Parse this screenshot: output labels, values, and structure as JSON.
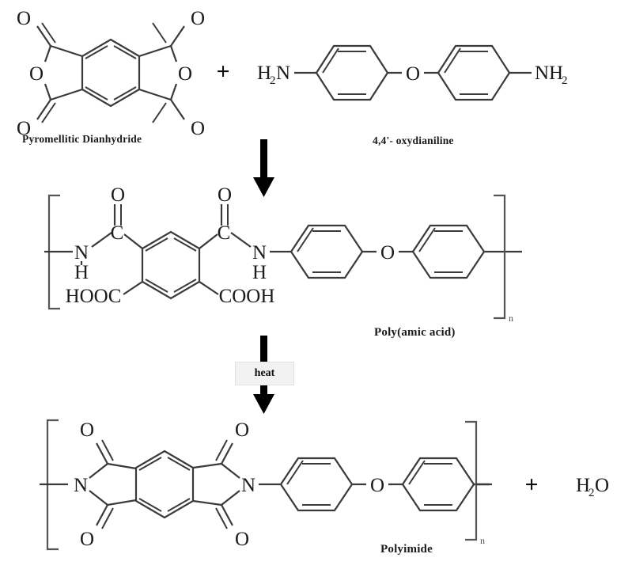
{
  "diagram": {
    "title": "Polyimide synthesis reaction scheme",
    "steps": [
      {
        "id": "reactants",
        "species": [
          {
            "name": "Pyromellitic Dianhydride",
            "formula_atoms": [
              "O",
              "O",
              "O",
              "O",
              "O",
              "O"
            ]
          },
          {
            "name": "4,4'- oxydianiline",
            "formula_atoms": [
              "H2N",
              "O",
              "NH2"
            ]
          }
        ],
        "operator": "+"
      },
      {
        "id": "intermediate",
        "species": [
          {
            "name": "Poly(amic acid)",
            "repeat_label": "n"
          }
        ]
      },
      {
        "id": "product",
        "species": [
          {
            "name": "Polyimide",
            "repeat_label": "n"
          }
        ],
        "operator": "+",
        "byproduct": "H2O"
      }
    ],
    "arrows": [
      {
        "id": "arrow-1",
        "label": ""
      },
      {
        "id": "arrow-2",
        "label": "heat"
      }
    ]
  },
  "labels": {
    "pmda": "Pyromellitic Dianhydride",
    "oda": "4,4'- oxydianiline",
    "poly_amic_acid": "Poly(amic acid)",
    "polyimide": "Polyimide",
    "heat": "heat"
  },
  "atoms": {
    "O": "O",
    "N": "N",
    "C": "C",
    "H": "H",
    "H2N_main": "H",
    "H2N_sub": "2",
    "H2N_tail": "N",
    "NH2_main": "NH",
    "NH2_sub": "2",
    "HOOC": "HOOC",
    "COOH": "COOH",
    "H2O_main": "H",
    "H2O_sub": "2",
    "H2O_tail": "O",
    "plus": "+",
    "n": "n"
  },
  "colors": {
    "background": "#ffffff",
    "bond": "#3a3a3a",
    "bracket": "#555555",
    "text": "#1b1b1b",
    "arrow": "#000000",
    "heat_box_bg": "#f2f2f2"
  }
}
